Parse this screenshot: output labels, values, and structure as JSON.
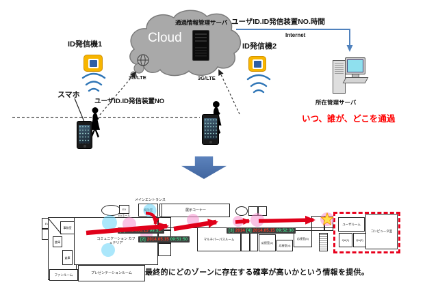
{
  "diagram": {
    "cloud_label": "Cloud",
    "pass_server_label": "通過情報管理サーバ",
    "flow_label": "ユーザID.ID発信装置NO.時間",
    "internet_label": "Internet",
    "beacon1_label": "ID発信機1",
    "beacon2_label": "ID発信機2",
    "smartphone_label": "スマホ",
    "uplink_label": "ユーザID.ID発信装置NO",
    "network1_label": "3G/LTE",
    "network2_label": "3G/LTE",
    "location_server_label": "所在管理サーバ",
    "highlight_text": "いつ、誰が、どこを通過"
  },
  "floorplan": {
    "rooms": {
      "ev_annex": "EV",
      "office": "事務室",
      "storage_a": "倉庫",
      "storage_b": "倉庫",
      "fan": "ファンルーム",
      "cafeteria": "コミュニケーション カフェテリア",
      "presentation": "プレゼンテーションルーム",
      "ev": "EV",
      "ev_hall": "EVホール",
      "windbreak": "風除室",
      "main_entrance": "メインエントランス",
      "exhibition": "展示コーナー",
      "multipurpose": "マルチパーパスルーム",
      "reception2": "応接室(2)",
      "reception4": "応接室(4)",
      "reception5": "応接室(5)",
      "user_room": "ユーザルーム",
      "computer_room": "コンピュータ室",
      "qa1": "QA(1)",
      "qa2": "QA(2)"
    },
    "badges": [
      {
        "parts": [
          {
            "text": "[1] ",
            "color": "green"
          },
          {
            "text": "2014.05.15 ",
            "color": "red"
          },
          {
            "text": "09:51:",
            "color": "green"
          }
        ]
      },
      {
        "parts": [
          {
            "text": "[2] ",
            "color": "green"
          },
          {
            "text": "2014.05.15 ",
            "color": "red"
          },
          {
            "text": "09:51:50",
            "color": "green"
          }
        ]
      },
      {
        "parts": [
          {
            "text": "[3] ",
            "color": "green"
          },
          {
            "text": "2014 ",
            "color": "red"
          },
          {
            "text": "[4] ",
            "color": "green"
          },
          {
            "text": "2014.05.15 ",
            "color": "red"
          },
          {
            "text": "09:52:30",
            "color": "green"
          }
        ]
      }
    ],
    "caption": "最終的にどのゾーンに存在する確率が高いかという情報を提供。"
  },
  "icons": {
    "cloud": "cloud-shape",
    "server_in_cloud": "server-tower-icon",
    "beacon": "id-beacon-icon",
    "wifi": "wifi-waves-icon",
    "person": "walking-person-icon",
    "smartphone": "smartphone-icon",
    "desktop_pc": "desktop-pc-icon",
    "down_arrow": "down-block-arrow",
    "star": "star-icon"
  },
  "colors": {
    "cloud_gray": "#a9a9a9",
    "beacon_yellow": "#f7b500",
    "beacon_blue": "#2e5fa5",
    "wifi_blue": "#2e75b6",
    "connector_blue": "#4f81bd",
    "block_arrow_blue": "#4a72b2",
    "plan_arrow_red": "#e0001a",
    "zone_blue": "#66d4f7",
    "zone_pink": "#f590cd",
    "badge_bg": "#3d3d3d",
    "badge_green": "#3fe08c",
    "badge_red": "#ff3822",
    "highlight_red": "#ff0000",
    "dashed_zone_red": "#e8001c"
  }
}
